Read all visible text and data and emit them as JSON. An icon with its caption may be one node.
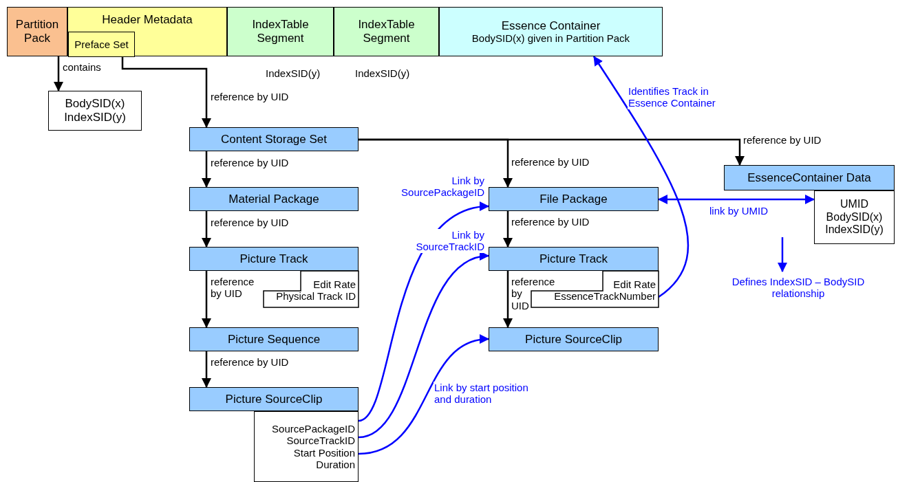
{
  "diagram": {
    "nodes": [
      {
        "text": [
          "Partition Pack"
        ]
      },
      {
        "text": [
          "Header Metadata"
        ]
      },
      {
        "text": [
          "Preface Set"
        ],
        "in": 1
      },
      {
        "text": [
          "IndexTable Segment"
        ],
        "beside": [
          "IndexSID(y)"
        ]
      },
      {
        "text": [
          "IndexTable Segment"
        ],
        "beside": [
          "IndexSID(y)"
        ]
      },
      {
        "text": [
          "Essence Container",
          "BodySID(x) given in Partition Pack"
        ]
      },
      {
        "text": [
          "BodySID(x)",
          "IndexSID(y)"
        ]
      },
      {
        "text": [
          "Content Storage Set"
        ]
      },
      {
        "text": [
          "Material Package"
        ]
      },
      {
        "text": [
          "Picture Track"
        ]
      },
      {
        "text": [
          "Edit Rate",
          "Physical Track ID"
        ]
      },
      {
        "text": [
          "Picture Sequence"
        ]
      },
      {
        "text": [
          "Picture SourceClip"
        ]
      },
      {
        "text": [
          "SourcePackageID",
          "SourceTrackID",
          "Start Position",
          "Duration"
        ]
      },
      {
        "text": [
          "File Package"
        ]
      },
      {
        "text": [
          "Picture Track"
        ]
      },
      {
        "text": [
          "Edit Rate",
          "EssenceTrackNumber"
        ]
      },
      {
        "text": [
          "Picture SourceClip"
        ]
      },
      {
        "text": [
          "EssenceContainer Data"
        ]
      },
      {
        "text": [
          "UMID",
          "BodySID(x)",
          "IndexSID(y)"
        ]
      },
      {
        "text": [
          "Defines IndexSID – BodySID relationship"
        ]
      }
    ],
    "edges": [
      {
        "from": 0,
        "to": 6,
        "arrow": "to",
        "label": "contains"
      },
      {
        "from": 2,
        "to": 7,
        "arrow": "to",
        "label": "reference by UID"
      },
      {
        "from": 7,
        "to": 8,
        "arrow": "to",
        "label": "reference by UID"
      },
      {
        "from": 8,
        "to": 9,
        "arrow": "to",
        "label": "reference by UID"
      },
      {
        "from": 9,
        "to": 11,
        "arrow": "to",
        "label": "reference by UID"
      },
      {
        "from": 11,
        "to": 12,
        "arrow": "to",
        "label": "reference by UID"
      },
      {
        "from": 7,
        "to": 14,
        "arrow": "to",
        "label": "reference by UID"
      },
      {
        "from": 7,
        "to": 18,
        "arrow": "to",
        "label": "reference by UID"
      },
      {
        "from": 14,
        "to": 15,
        "arrow": "to",
        "label": "reference by UID"
      },
      {
        "from": 15,
        "to": 17,
        "arrow": "to",
        "label": "reference by UID"
      },
      {
        "from": 13,
        "to": 14,
        "arrow": "to",
        "label": "Link by SourcePackageID",
        "color": "#0000ff"
      },
      {
        "from": 13,
        "to": 15,
        "arrow": "to",
        "label": "Link by SourceTrackID",
        "color": "#0000ff"
      },
      {
        "from": 13,
        "to": 17,
        "arrow": "to",
        "label": "Link by start position and duration",
        "color": "#0000ff"
      },
      {
        "from": 16,
        "to": 5,
        "arrow": "to",
        "label": "Identifies Track in Essence Container",
        "color": "#0000ff"
      },
      {
        "from": 14,
        "to": 19,
        "arrow": "both",
        "label": "link by UMID",
        "color": "#0000ff"
      },
      {
        "from": null,
        "to": 20,
        "arrow": "to",
        "color": "#0000ff"
      }
    ]
  }
}
